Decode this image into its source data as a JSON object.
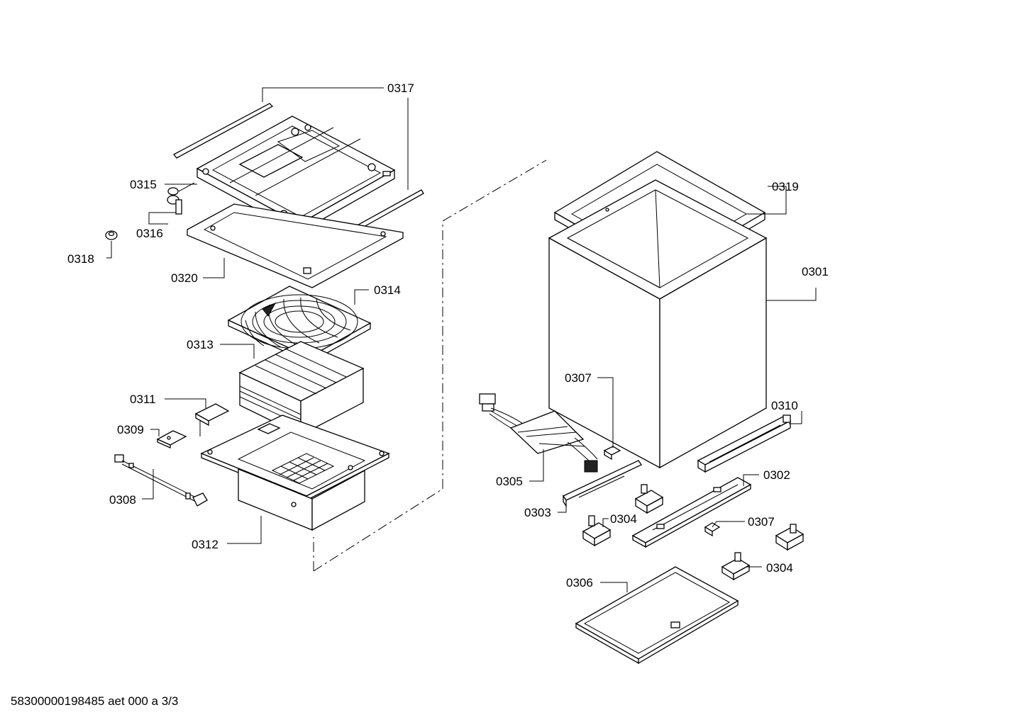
{
  "doc_id": "58300000198485 aet 000 a 3/3",
  "labels": {
    "p0317": "0317",
    "p0315": "0315",
    "p0316": "0316",
    "p0318": "0318",
    "p0320": "0320",
    "p0314": "0314",
    "p0313": "0313",
    "p0311": "0311",
    "p0309": "0309",
    "p0308": "0308",
    "p0312": "0312",
    "p0319": "0319",
    "p0301": "0301",
    "p0307a": "0307",
    "p0310": "0310",
    "p0305": "0305",
    "p0302": "0302",
    "p0303": "0303",
    "p0304a": "0304",
    "p0307b": "0307",
    "p0304b": "0304",
    "p0306": "0306"
  }
}
